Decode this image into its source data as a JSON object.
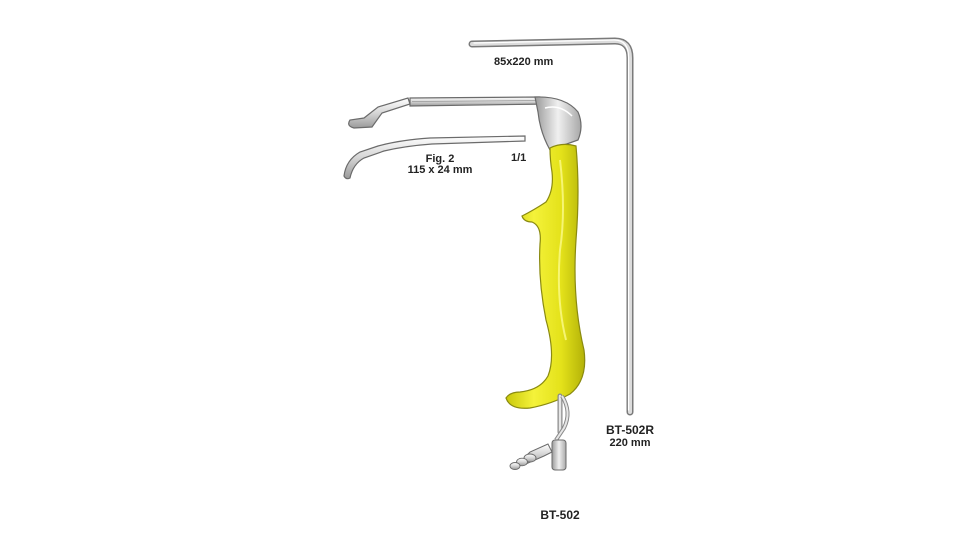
{
  "labels": {
    "rod_size": "85x220 mm",
    "fig_title": "Fig. 2",
    "fig_size": "115 x 24 mm",
    "scale": "1/1",
    "rod_code": "BT-502R",
    "rod_length": "220 mm",
    "retractor_code": "BT-502"
  },
  "colors": {
    "handle_yellow": "#e8e61c",
    "handle_outline": "#8a8a10",
    "steel_light": "#f2f2f2",
    "steel_mid": "#c8c8c8",
    "steel_dark": "#6e6e6e",
    "text": "#222222"
  }
}
